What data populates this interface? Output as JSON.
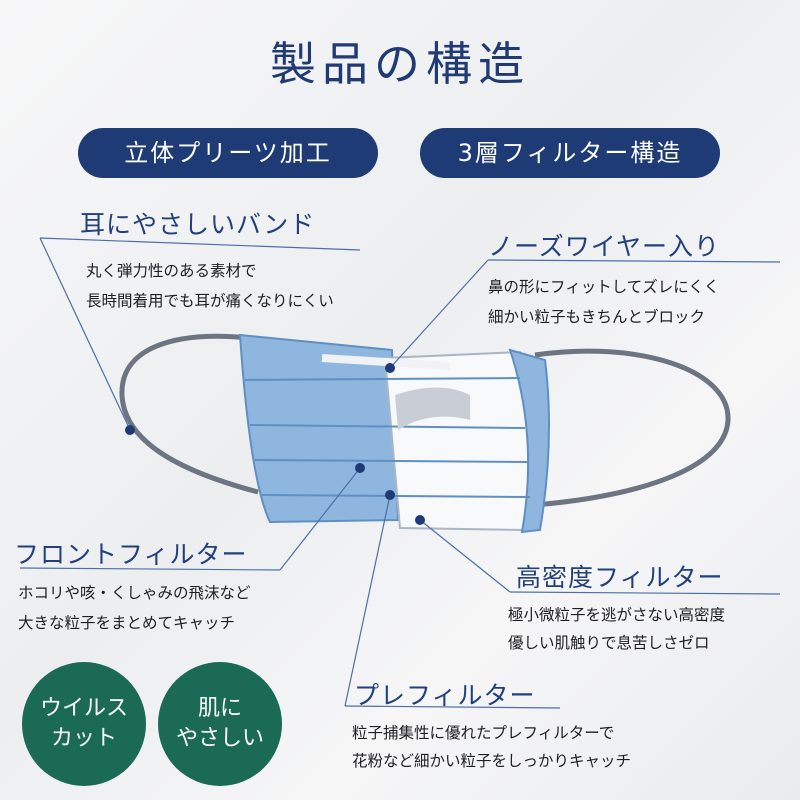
{
  "title": "製品の構造",
  "pills": {
    "left": "立体プリーツ加工",
    "right": "3層フィルター構造"
  },
  "features": {
    "ear_band": {
      "heading": "耳にやさしいバンド",
      "lines": [
        "丸く弾力性のある素材で",
        "長時間着用でも耳が痛くなりにくい"
      ]
    },
    "nose_wire": {
      "heading": "ノーズワイヤー入り",
      "lines": [
        "鼻の形にフィットしてズレにくく",
        "細かい粒子もきちんとブロック"
      ]
    },
    "front_filter": {
      "heading": "フロントフィルター",
      "lines": [
        "ホコリや咳・くしゃみの飛沫など",
        "大きな粒子をまとめてキャッチ"
      ]
    },
    "high_density": {
      "heading": "高密度フィルター",
      "lines": [
        "極小微粒子を逃がさない高密度",
        "優しい肌触りで息苦しさゼロ"
      ]
    },
    "pre_filter": {
      "heading": "プレフィルター",
      "lines": [
        "粒子捕集性に優れたプレフィルターで",
        "花粉など細かい粒子をしっかりキャッチ"
      ]
    }
  },
  "badges": {
    "virus_cut": [
      "ウイルス",
      "カット"
    ],
    "skin_friendly": [
      "肌に",
      "やさしい"
    ]
  },
  "colors": {
    "navy": "#1f3b75",
    "green": "#1a6a55",
    "mask_blue": "#8fb6df"
  }
}
